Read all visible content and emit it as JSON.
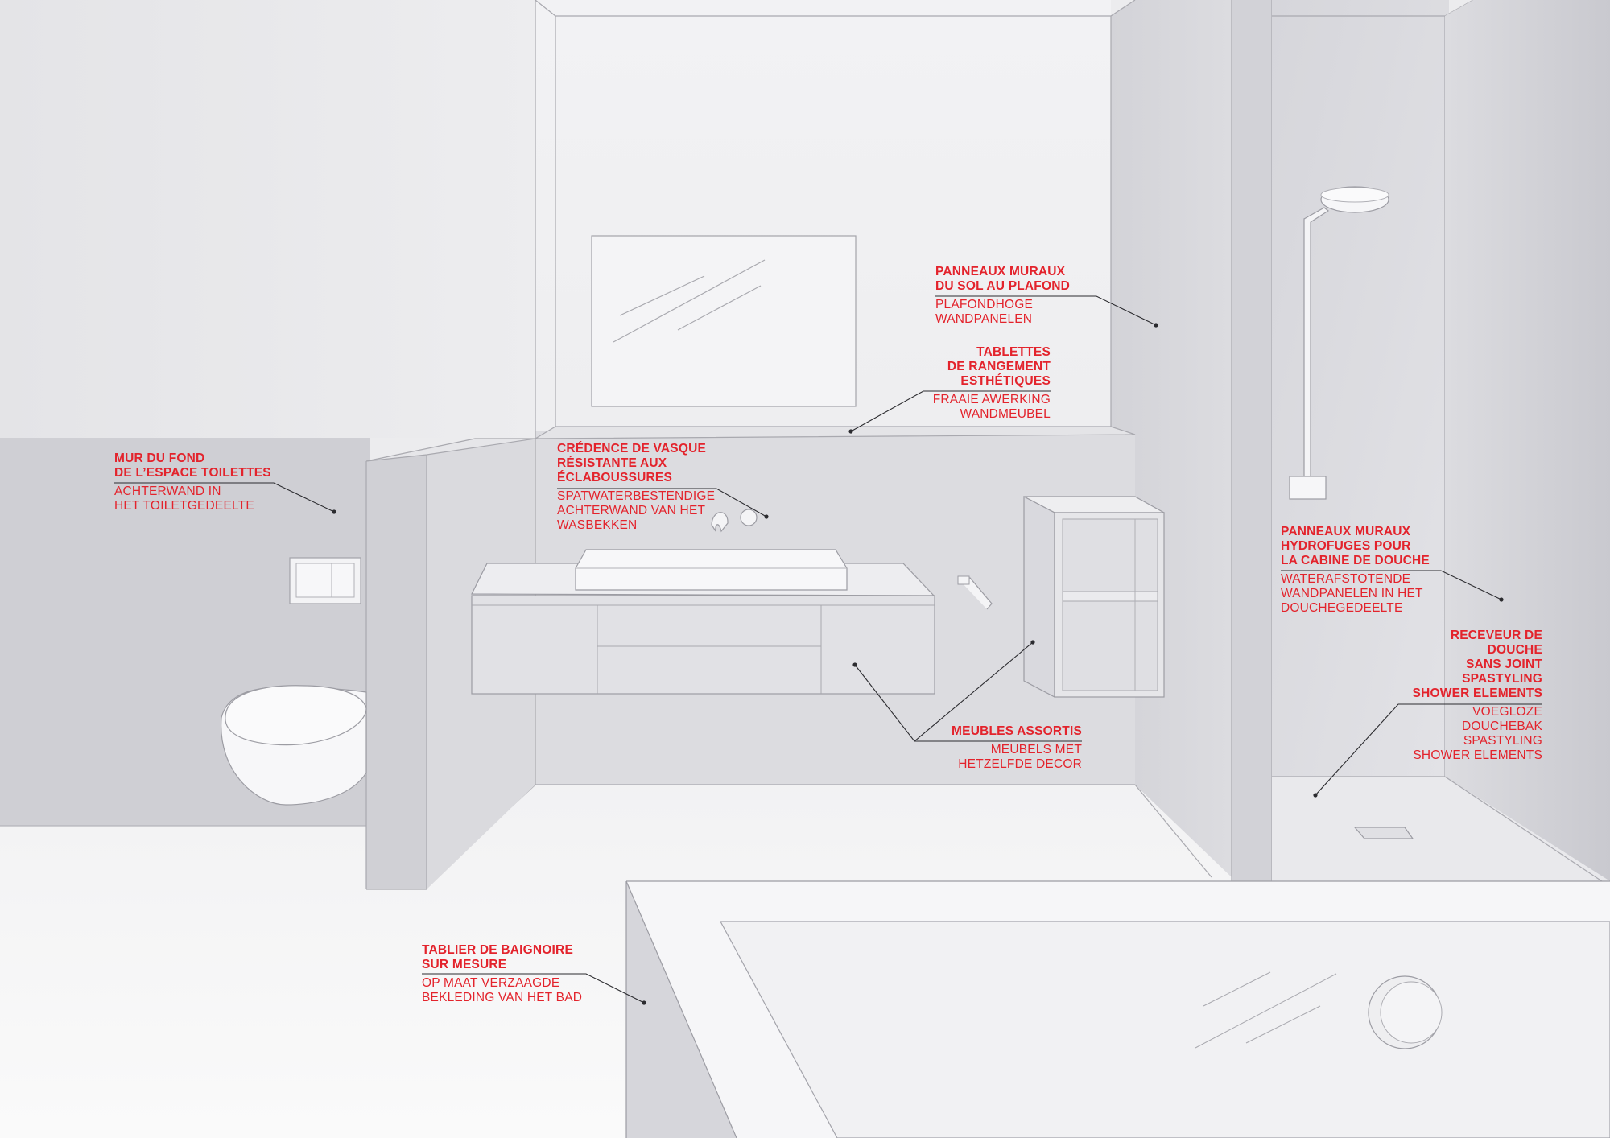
{
  "colors": {
    "accent": "#e3232c",
    "line": "#9a9aa2",
    "wall_light": "#ececee",
    "wall_mid": "#d9d9de",
    "wall_dark": "#cbcbd1"
  },
  "callouts": {
    "toilet_wall": {
      "title": "MUR DU FOND\nDE L’ESPACE TOILETTES",
      "desc": "ACHTERWAND IN\nHET TOILETGEDEELTE"
    },
    "splashback": {
      "title": "CRÉDENCE DE VASQUE\nRÉSISTANTE AUX\nÉCLABOUSSURES",
      "desc": "SPATWATERBESTENDIGE\nACHTERWAND VAN HET\nWASBEKKEN"
    },
    "floor_ceiling": {
      "title": "PANNEAUX MURAUX\nDU SOL AU PLAFOND",
      "desc": "PLAFONDHOGE\nWANDPANELEN"
    },
    "shelves": {
      "title": "TABLETTES\nDE RANGEMENT\nESTHÉTIQUES",
      "desc": "FRAAIE AWERKING\nWANDMEUBEL"
    },
    "furniture": {
      "title": "MEUBLES ASSORTIS",
      "desc": "MEUBELS MET\nHETZELFDE DECOR"
    },
    "shower_walls": {
      "title": "PANNEAUX MURAUX\nHYDROFUGES POUR\nLA CABINE DE DOUCHE",
      "desc": "WATERAFSTOTENDE\nWANDPANELEN IN HET\nDOUCHEGEDEELTE"
    },
    "shower_tray": {
      "title": "RECEVEUR DE\nDOUCHE\nSANS JOINT\nSPASTYLING\nSHOWER ELEMENTS",
      "desc": "VOEGLOZE\nDOUCHEBAK\nSPASTYLING\nSHOWER ELEMENTS"
    },
    "bath_panel": {
      "title": "TABLIER DE BAIGNOIRE\nSUR MESURE",
      "desc": "OP MAAT VERZAAGDE\nBEKLEDING VAN HET BAD"
    }
  }
}
